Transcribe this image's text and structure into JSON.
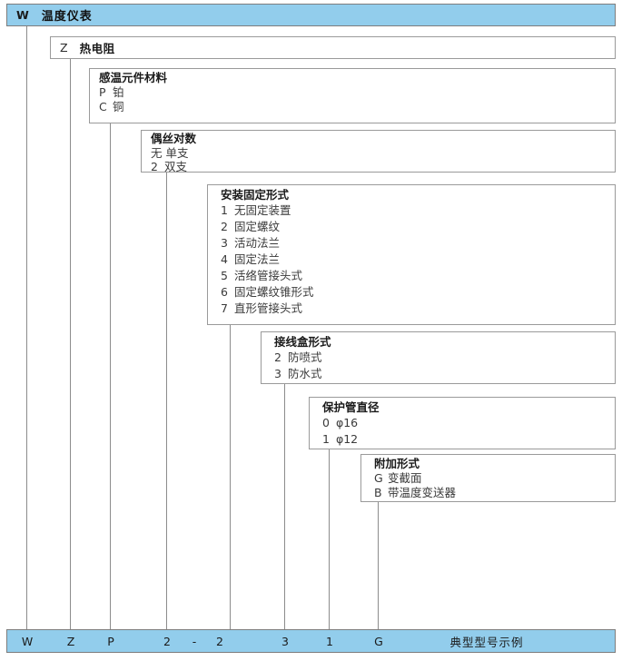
{
  "diagram": {
    "title_banner": {
      "code": "W",
      "label": "温度仪表"
    },
    "levels": [
      {
        "name": "instrument-type",
        "code": "Z",
        "label": "热电阻",
        "inline": true
      },
      {
        "name": "sensing-element-material",
        "title": "感温元件材料",
        "options": [
          {
            "code": "P",
            "label": "铂"
          },
          {
            "code": "C",
            "label": "铜"
          }
        ]
      },
      {
        "name": "wire-pair-count",
        "title": "偶丝对数",
        "options": [
          {
            "code": "无",
            "label": "单支"
          },
          {
            "code": "2",
            "label": "双支"
          }
        ]
      },
      {
        "name": "mounting-fixing-type",
        "title": "安装固定形式",
        "options": [
          {
            "code": "1",
            "label": "无固定装置"
          },
          {
            "code": "2",
            "label": "固定螺纹"
          },
          {
            "code": "3",
            "label": "活动法兰"
          },
          {
            "code": "4",
            "label": "固定法兰"
          },
          {
            "code": "5",
            "label": "活络管接头式"
          },
          {
            "code": "6",
            "label": "固定螺纹锥形式"
          },
          {
            "code": "7",
            "label": "直形管接头式"
          }
        ]
      },
      {
        "name": "junction-box-type",
        "title": "接线盒形式",
        "options": [
          {
            "code": "2",
            "label": "防喷式"
          },
          {
            "code": "3",
            "label": "防水式"
          }
        ]
      },
      {
        "name": "protection-tube-diameter",
        "title": "保护管直径",
        "options": [
          {
            "code": "0",
            "label": "φ16"
          },
          {
            "code": "1",
            "label": "φ12"
          }
        ]
      },
      {
        "name": "additional-type",
        "title": "附加形式",
        "options": [
          {
            "code": "G",
            "label": "变截面"
          },
          {
            "code": "B",
            "label": "带温度变送器"
          }
        ]
      }
    ],
    "summary": {
      "cells": [
        "W",
        "Z",
        "P",
        "2",
        "-",
        "2",
        "3",
        "1",
        "G"
      ],
      "note": "典型型号示例"
    },
    "colors": {
      "banner_fill": "#92cdec",
      "box_border": "#9a9a9a",
      "connector": "#8c8c8c"
    }
  }
}
